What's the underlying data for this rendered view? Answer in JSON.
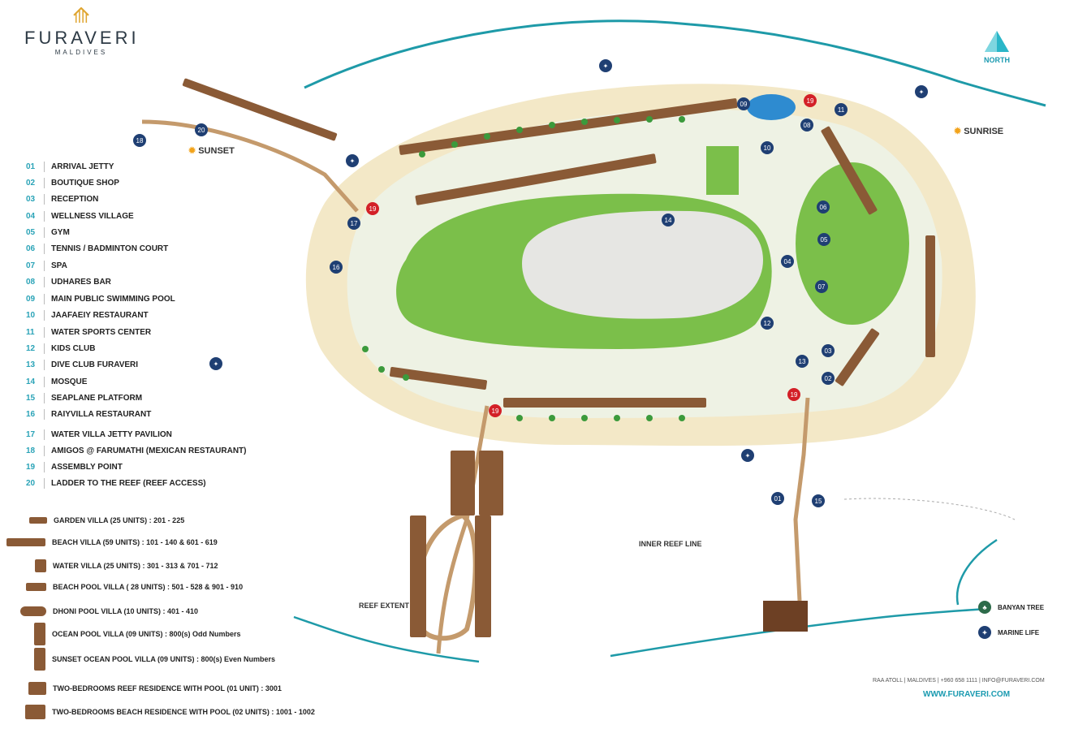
{
  "brand": {
    "name": "FURAVERI",
    "sub": "MALDIVES"
  },
  "compass": {
    "label": "NORTH"
  },
  "sunset": "SUNSET",
  "sunrise": "SUNRISE",
  "legend": [
    {
      "num": "01",
      "label": "ARRIVAL JETTY"
    },
    {
      "num": "02",
      "label": "BOUTIQUE SHOP"
    },
    {
      "num": "03",
      "label": "RECEPTION"
    },
    {
      "num": "04",
      "label": "WELLNESS VILLAGE"
    },
    {
      "num": "05",
      "label": "GYM"
    },
    {
      "num": "06",
      "label": "TENNIS / BADMINTON COURT"
    },
    {
      "num": "07",
      "label": "SPA"
    },
    {
      "num": "08",
      "label": "UDHARES BAR"
    },
    {
      "num": "09",
      "label": "MAIN PUBLIC SWIMMING POOL"
    },
    {
      "num": "10",
      "label": "JAAFAEIY RESTAURANT"
    },
    {
      "num": "11",
      "label": "WATER SPORTS CENTER"
    },
    {
      "num": "12",
      "label": "KIDS CLUB"
    },
    {
      "num": "13",
      "label": "DIVE CLUB FURAVERI"
    },
    {
      "num": "14",
      "label": "MOSQUE"
    },
    {
      "num": "15",
      "label": "SEAPLANE PLATFORM"
    },
    {
      "num": "16",
      "label": "RAIYVILLA RESTAURANT"
    },
    {
      "num": "17",
      "label": "WATER VILLA JETTY PAVILION"
    },
    {
      "num": "18",
      "label": "AMIGOS @ FARUMATHI (MEXICAN RESTAURANT)"
    },
    {
      "num": "19",
      "label": "ASSEMBLY POINT"
    },
    {
      "num": "20",
      "label": "LADDER TO THE REEF (REEF ACCESS)"
    }
  ],
  "villas": [
    {
      "label": "GARDEN VILLA (25 UNITS) : 201 - 225"
    },
    {
      "label": "BEACH VILLA (59 UNITS) : 101 - 140 & 601 - 619"
    },
    {
      "label": "WATER VILLA (25 UNITS) : 301 - 313 & 701 - 712"
    },
    {
      "label": "BEACH POOL VILLA ( 28 UNITS) : 501 - 528 & 901 - 910"
    },
    {
      "label": "DHONI POOL VILLA (10 UNITS) : 401 - 410"
    },
    {
      "label": "OCEAN POOL VILLA (09 UNITS) : 800(s) Odd Numbers"
    },
    {
      "label": "SUNSET OCEAN POOL VILLA (09 UNITS) : 800(s) Even Numbers"
    },
    {
      "label": "TWO-BEDROOMS REEF RESIDENCE WITH POOL (01 UNIT) : 3001"
    },
    {
      "label": "TWO-BEDROOMS BEACH RESIDENCE WITH POOL (02 UNITS) : 1001 - 1002"
    }
  ],
  "map_labels": {
    "inner_reef": "INNER REEF LINE",
    "reef_extent": "REEF EXTENT"
  },
  "key": [
    {
      "label": "BANYAN TREE"
    },
    {
      "label": "MARINE LIFE"
    }
  ],
  "footer": {
    "contact": "RAA ATOLL | MALDIVES | +960 658 1111   | INFO@FURAVERI.COM",
    "web": "WWW.FURAVERI.COM"
  },
  "colors": {
    "sand": "#f3e8c7",
    "lawn": "#7bbf4a",
    "water_line": "#1e9aa8",
    "villa": "#8a5a36",
    "marker": "#1f3f73",
    "assembly": "#d32027"
  }
}
